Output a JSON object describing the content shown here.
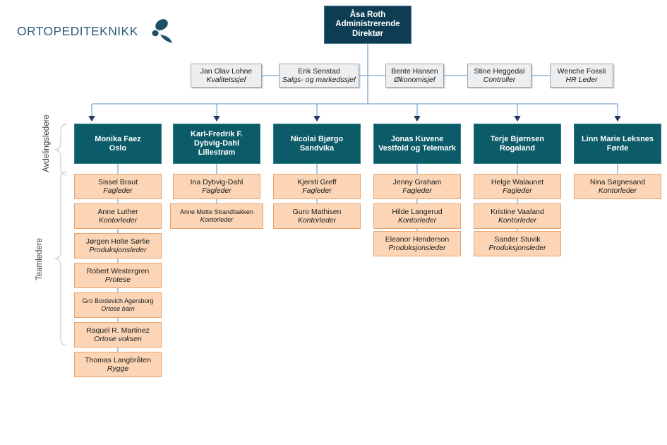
{
  "logo": {
    "name": "ortopediteknikk-logo",
    "wordmark": "ORTOPEDITEKNIKK"
  },
  "group_labels": [
    {
      "label": "Avdelingsledere"
    },
    {
      "label": "Teamledere"
    }
  ],
  "executive": {
    "name": "Åsa Roth",
    "role_line1": "Administrerende",
    "role_line2": "Direktør"
  },
  "staff": [
    {
      "name": "Jan Olav Lohne",
      "role": "Kvalitetssjef"
    },
    {
      "name": "Erik Senstad",
      "role": "Salgs- og markedssjef"
    },
    {
      "name": "Bente Hansen",
      "role": "Økonomisjef"
    },
    {
      "name": "Stine Heggedal",
      "role": "Controller"
    },
    {
      "name": "Wenche Fossli",
      "role": "HR Leder"
    }
  ],
  "departments": [
    {
      "name": "Monika Faez",
      "location": "Oslo",
      "team": [
        {
          "name": "Sissel Braut",
          "role": "Fagleder"
        },
        {
          "name": "Anne Luther",
          "role": "Kontorleder"
        },
        {
          "name": "Jørgen Holte Sørlie",
          "role": "Produksjonsleder"
        },
        {
          "name": "Robert Westergren",
          "role": "Protese"
        },
        {
          "name": "Gro Bordevich Agersborg",
          "role": "Ortose barn"
        },
        {
          "name": "Raquel R. Martinez",
          "role": "Ortose voksen"
        },
        {
          "name": "Thomas Langbråten",
          "role": "Rygge"
        }
      ]
    },
    {
      "name": "Karl-Fredrik F.",
      "name2": "Dybvig-Dahl",
      "location": "Lillestrøm",
      "team": [
        {
          "name": "Ina Dybvig-Dahl",
          "role": "Fagleder"
        },
        {
          "name": "Anne Mette Strandbakken",
          "role": "Kontorleder"
        }
      ]
    },
    {
      "name": "Nicolai Bjørgo",
      "location": "Sandvika",
      "team": [
        {
          "name": "Kjersti Greff",
          "role": "Fagleder"
        },
        {
          "name": "Guro Mathisen",
          "role": "Kontorleder"
        }
      ]
    },
    {
      "name": "Jonas Kuvene",
      "location": "Vestfold og Telemark",
      "team": [
        {
          "name": "Jenny Graham",
          "role": "Fagleder"
        },
        {
          "name": "Hilde Langerud",
          "role": "Kontorleder"
        },
        {
          "name": "Eleanor Henderson",
          "role": "Produksjonsleder"
        }
      ]
    },
    {
      "name": "Terje Bjørnsen",
      "location": "Rogaland",
      "team": [
        {
          "name": "Helge Walaunet",
          "role": "Fagleder"
        },
        {
          "name": "Kristine Vaaland",
          "role": "Kontorleder"
        },
        {
          "name": "Sander Stuvik",
          "role": "Produksjonsleder"
        }
      ]
    },
    {
      "name": "Linn Marie Leksnes",
      "location": "Førde",
      "team": [
        {
          "name": "Nina Søgnesand",
          "role": "Kontorleder"
        }
      ]
    }
  ],
  "colors": {
    "executive_bg": "#0e3c52",
    "department_bg": "#0b5b68",
    "team_bg": "#fbd5b5",
    "staff_bg": "#eceeef",
    "connector": "#7ba7d7",
    "arrow": "#1f3864",
    "logo": "#2e5f78"
  }
}
